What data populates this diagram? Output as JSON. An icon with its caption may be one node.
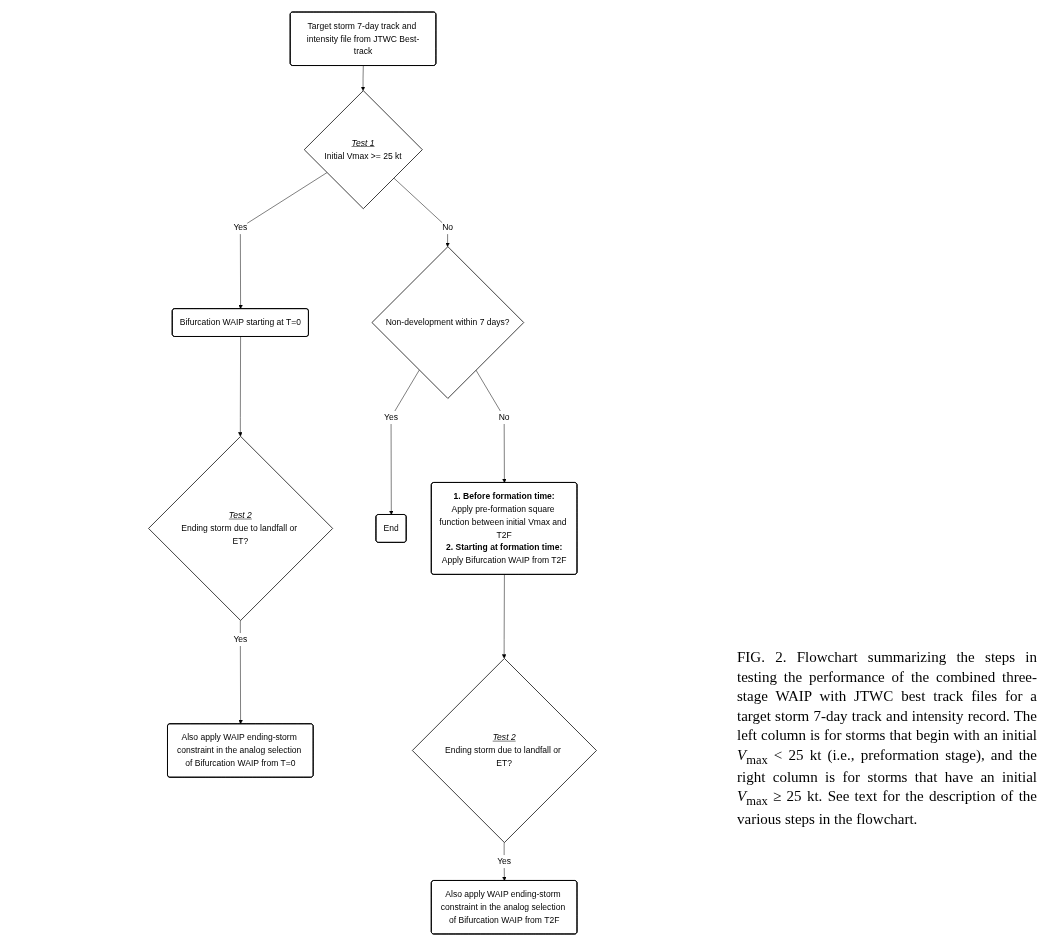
{
  "diagram": {
    "nodes": [
      {
        "text": [
          "Target storm 7-day track and intensity file from JTWC Best-track"
        ]
      },
      {
        "text": [
          "Test 1",
          "Initial Vmax >= 25 kt"
        ]
      },
      {
        "text": [
          "Bifurcation WAIP starting at T=0"
        ]
      },
      {
        "text": [
          "Test 2",
          "Ending storm due to landfall or ET?"
        ]
      },
      {
        "text": [
          "Also apply WAIP ending-storm constraint in the analog selection of Bifurcation WAIP from T=0"
        ]
      },
      {
        "text": [
          "End"
        ]
      },
      {
        "text": [
          "Non-development within 7 days?"
        ]
      },
      {
        "text": [
          "1. Before formation time:",
          "Apply pre-formation square function between initial Vmax and T2F",
          "2. Starting at formation time:",
          "Apply Bifurcation WAIP from T2F"
        ]
      },
      {
        "text": [
          "Test 2",
          "Ending storm due to landfall or ET?"
        ]
      },
      {
        "text": [
          "Also apply WAIP ending-storm constraint in the analog selection of Bifurcation WAIP from T2F"
        ]
      }
    ],
    "edges": [
      {
        "from": 0,
        "to": 1,
        "arrow": "to"
      },
      {
        "from": 1,
        "to": 2,
        "label": "Yes",
        "arrow": "to"
      },
      {
        "from": 1,
        "to": 6,
        "label": "No",
        "arrow": "to"
      },
      {
        "from": 2,
        "to": 3,
        "arrow": "to"
      },
      {
        "from": 3,
        "to": 4,
        "label": "Yes",
        "arrow": "to"
      },
      {
        "from": 6,
        "to": 5,
        "label": "Yes",
        "arrow": "to"
      },
      {
        "from": 6,
        "to": 7,
        "label": "No",
        "arrow": "to"
      },
      {
        "from": 7,
        "to": 8,
        "arrow": "to"
      },
      {
        "from": 8,
        "to": 9,
        "label": "Yes",
        "arrow": "to"
      }
    ],
    "caption": "FIG. 2. Flowchart summarizing the steps in testing the performance of the combined three-stage WAIP with JTWC best track files for a target storm 7-day track and intensity record. The left column is for storms that begin with an initial *V*$_{max}$ < 25 kt (i.e., preformation stage), and the right column is for storms that have an initial *V*$_{max}$ ≥ 25 kt. See text for the description of the various steps in the flowchart."
  }
}
